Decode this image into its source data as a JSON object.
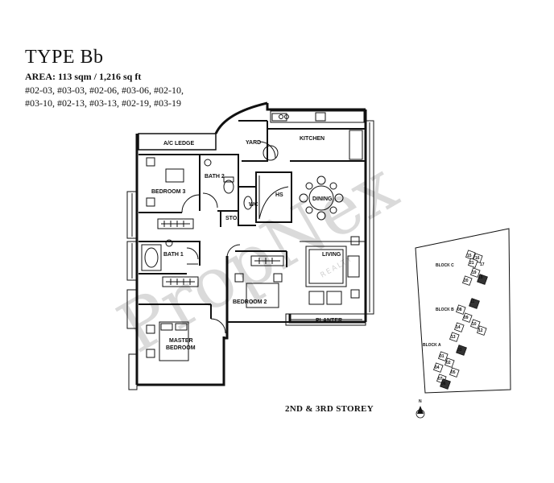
{
  "header": {
    "title": "TYPE Bb",
    "area": "AREA: 113 sqm / 1,216 sq ft",
    "units": "#02-03, #03-03, #02-06, #03-06, #02-10, #03-10, #02-13, #03-13, #02-19, #03-19"
  },
  "rooms": {
    "ac_ledge": "A/C LEDGE",
    "yard": "YARD",
    "kitchen": "KITCHEN",
    "bath2": "BATH 2",
    "bedroom3": "BEDROOM 3",
    "hs": "HS",
    "dining": "DINING",
    "wc": "WC",
    "sto": "STO.",
    "bath1": "BATH 1",
    "living": "LIVING",
    "bedroom2": "BEDROOM 2",
    "planter": "PLANTER",
    "master_bedroom_1": "MASTER",
    "master_bedroom_2": "BEDROOM"
  },
  "site_plan": {
    "block_c": "BLOCK C",
    "block_b": "BLOCK B",
    "block_a": "BLOCK A",
    "unit_numbers": [
      "15",
      "16",
      "17",
      "18",
      "19",
      "20",
      "21",
      "08",
      "09",
      "10",
      "11",
      "12",
      "13",
      "14",
      "01",
      "02",
      "03",
      "04",
      "05",
      "06",
      "07"
    ],
    "north": "N"
  },
  "footer": {
    "storey": "2ND & 3RD STOREY"
  },
  "watermark": {
    "brand": "PropNex",
    "sub": "REALTY"
  }
}
